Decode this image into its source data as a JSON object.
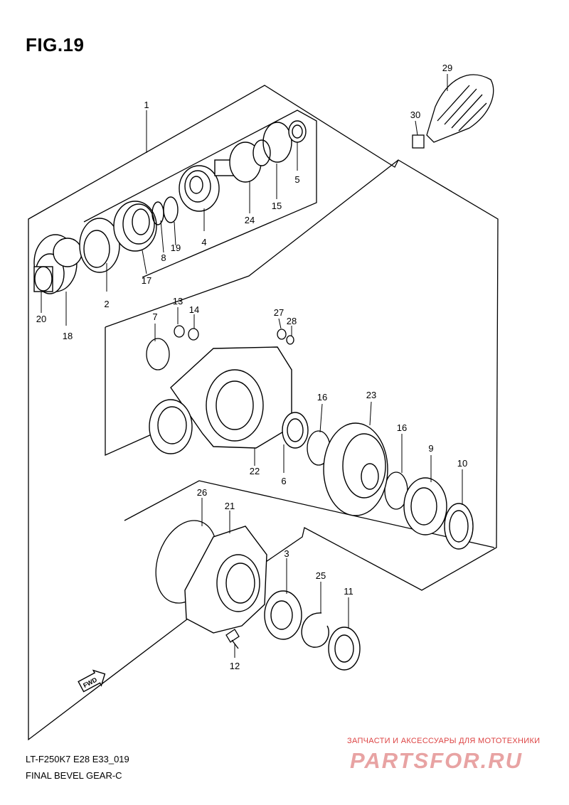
{
  "figure": {
    "title": "FIG.19"
  },
  "callouts": [
    {
      "id": "1",
      "label": "1"
    },
    {
      "id": "2",
      "label": "2"
    },
    {
      "id": "3",
      "label": "3"
    },
    {
      "id": "4",
      "label": "4"
    },
    {
      "id": "5",
      "label": "5"
    },
    {
      "id": "6",
      "label": "6"
    },
    {
      "id": "7",
      "label": "7"
    },
    {
      "id": "8",
      "label": "8"
    },
    {
      "id": "9",
      "label": "9"
    },
    {
      "id": "10",
      "label": "10"
    },
    {
      "id": "11",
      "label": "11"
    },
    {
      "id": "12",
      "label": "12"
    },
    {
      "id": "13",
      "label": "13"
    },
    {
      "id": "14",
      "label": "14"
    },
    {
      "id": "15",
      "label": "15"
    },
    {
      "id": "16a",
      "label": "16"
    },
    {
      "id": "16b",
      "label": "16"
    },
    {
      "id": "17",
      "label": "17"
    },
    {
      "id": "18",
      "label": "18"
    },
    {
      "id": "19",
      "label": "19"
    },
    {
      "id": "20",
      "label": "20"
    },
    {
      "id": "21",
      "label": "21"
    },
    {
      "id": "22",
      "label": "22"
    },
    {
      "id": "23",
      "label": "23"
    },
    {
      "id": "24",
      "label": "24"
    },
    {
      "id": "25",
      "label": "25"
    },
    {
      "id": "26",
      "label": "26"
    },
    {
      "id": "27",
      "label": "27"
    },
    {
      "id": "28",
      "label": "28"
    },
    {
      "id": "29",
      "label": "29"
    },
    {
      "id": "30",
      "label": "30"
    }
  ],
  "fwd_label": "FWD",
  "footer": {
    "model_code": "LT-F250K7 E28 E33_019",
    "part_name": "FINAL BEVEL GEAR-C"
  },
  "watermark": {
    "tagline": "ЗАПЧАСТИ И АКСЕССУАРЫ ДЛЯ МОТОТЕХНИКИ",
    "logo": "PARTSFOR.RU"
  }
}
